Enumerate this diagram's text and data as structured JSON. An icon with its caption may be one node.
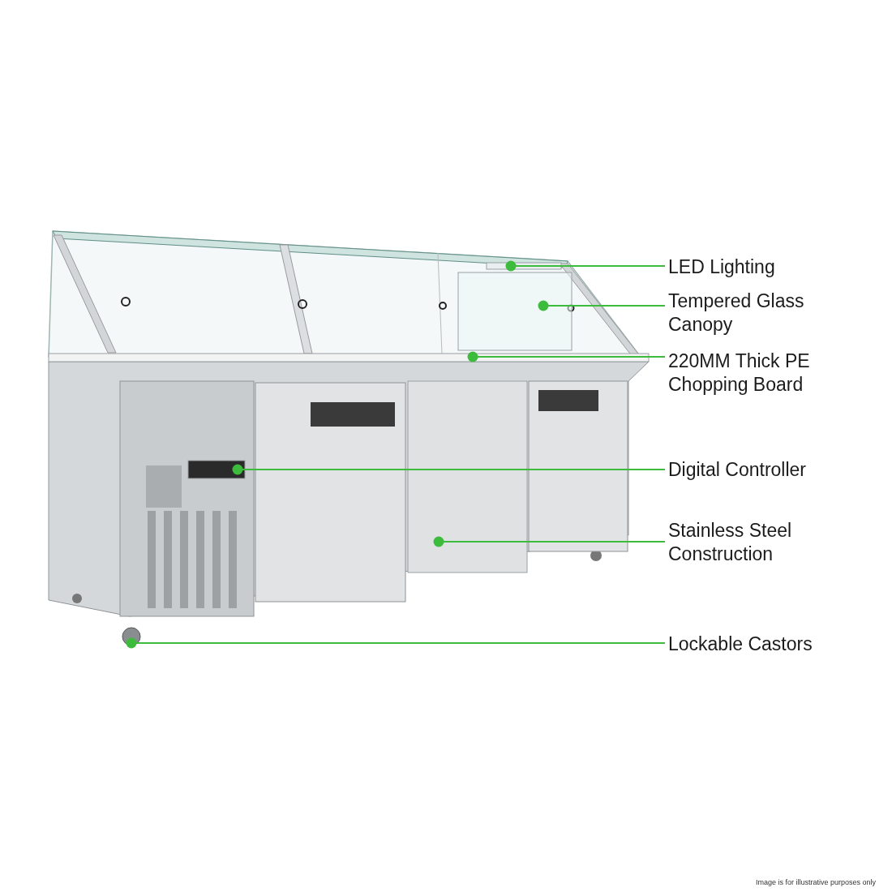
{
  "diagram": {
    "nodes": [
      {
        "text": [
          "LED Lighting"
        ]
      },
      {
        "text": [
          "Tempered Glass Canopy"
        ]
      },
      {
        "text": [
          "220MM Thick PE Chopping Board"
        ]
      },
      {
        "text": [
          "Digital Controller"
        ]
      },
      {
        "text": [
          "Stainless Steel Construction"
        ]
      },
      {
        "text": [
          "Lockable Castors"
        ]
      },
      {
        "text": [],
        "shape": "bar"
      },
      {
        "text": [],
        "shape": "box"
      },
      {
        "text": [],
        "shape": "bar"
      },
      {
        "text": [],
        "shape": "box"
      },
      {
        "text": [],
        "shape": "box"
      },
      {
        "text": [],
        "shape": "circle"
      }
    ],
    "edges": [
      {
        "from": 0,
        "to": 6,
        "arrow": "other"
      },
      {
        "from": 1,
        "to": 7,
        "arrow": "other"
      },
      {
        "from": 2,
        "to": 8,
        "arrow": "other"
      },
      {
        "from": 3,
        "to": 9,
        "arrow": "other"
      },
      {
        "from": 4,
        "to": 10,
        "arrow": "other"
      },
      {
        "from": 5,
        "to": 11,
        "arrow": "other"
      }
    ],
    "labels": [
      "Image is for illustrative purposes only"
    ]
  }
}
